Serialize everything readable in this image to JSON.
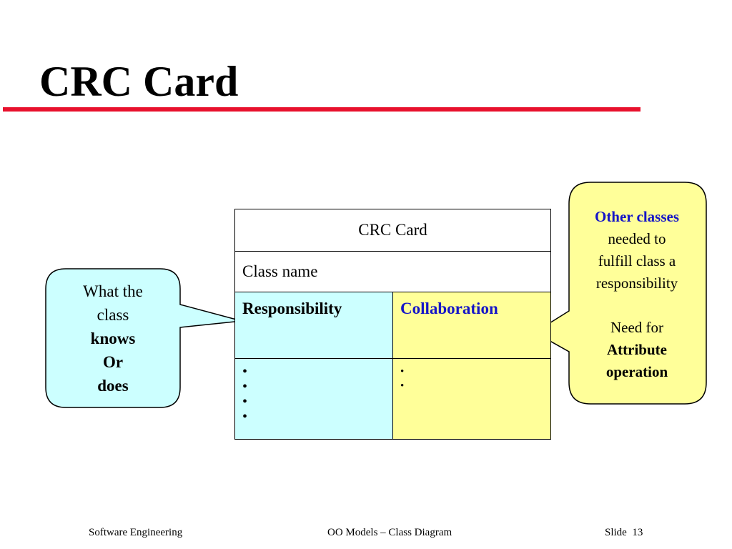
{
  "slide": {
    "title": "CRC Card",
    "accent_color": "#e8112d"
  },
  "card": {
    "header": "CRC Card",
    "class_name": "Class name",
    "responsibility_label": "Responsibility",
    "collaboration_label": "Collaboration",
    "responsibility_bullets": [
      "•",
      "•",
      "•",
      "•"
    ],
    "collaboration_bullets": [
      "•",
      "•"
    ],
    "responsibility_color": "#ccffff",
    "collaboration_color": "#ffff99"
  },
  "left_callout": {
    "line1": "What the",
    "line2": "class",
    "line3": "knows",
    "line4": "Or",
    "line5": "does",
    "fill_color": "#ccffff"
  },
  "right_callout": {
    "line1": "Other classes",
    "line2": "needed to",
    "line3": "fulfill class a",
    "line4": "responsibility",
    "line5": "Need for",
    "line6": "Attribute",
    "line7": "operation",
    "fill_color": "#ffff99",
    "highlight_color": "#1515c8"
  },
  "footer": {
    "course": "Software Engineering",
    "topic": "OO Models – Class Diagram",
    "slide_label": "Slide",
    "slide_number": "13"
  }
}
